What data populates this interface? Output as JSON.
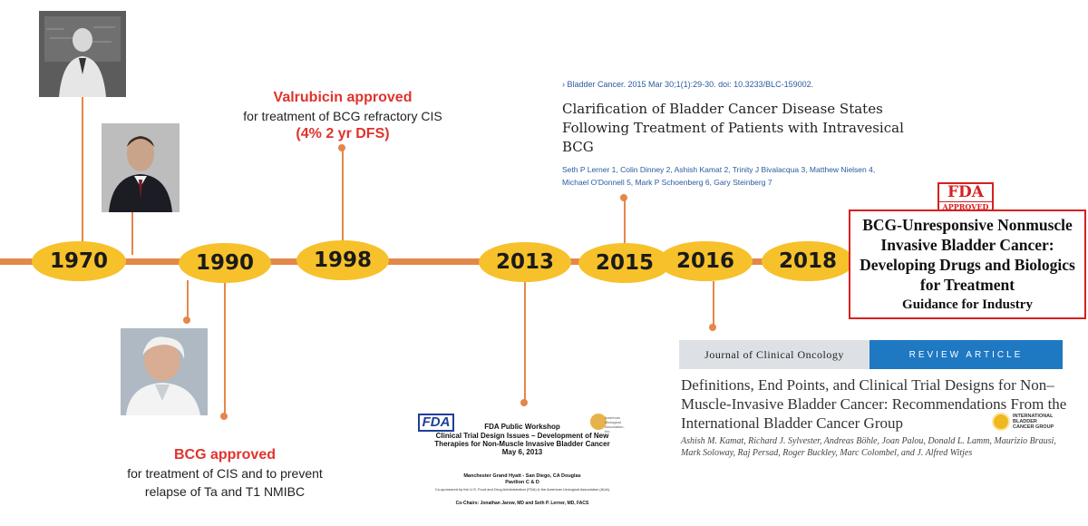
{
  "timeline": {
    "years": [
      "1970",
      "1990",
      "1998",
      "2013",
      "2015",
      "2016",
      "2018"
    ]
  },
  "events": {
    "valrubicin": {
      "title": "Valrubicin approved",
      "desc": "for treatment of BCG refractory CIS",
      "note": "(4% 2 yr DFS)"
    },
    "bcg": {
      "title": "BCG approved",
      "desc_line1": "for treatment of CIS and to prevent",
      "desc_line2": "relapse of Ta and T1 NMIBC"
    }
  },
  "pubmed": {
    "source": "Bladder Cancer. 2015 Mar 30;1(1):29-30. doi: 10.3233/BLC-159002.",
    "title": "Clarification of Bladder Cancer Disease States Following Treatment of Patients with Intravesical BCG",
    "authors_line1": "Seth P Lerner 1, Colin Dinney 2, Ashish Kamat 2, Trinity J Bivalacqua 3, Matthew Nielsen 4,",
    "authors_line2": "Michael O'Donnell 5, Mark P Schoenberg 6, Gary Steinberg 7"
  },
  "fda_guidance": {
    "logo_top": "FDA",
    "logo_bottom": "APPROVED",
    "title": "BCG-Unresponsive Nonmuscle Invasive Bladder Cancer:  Developing Drugs and Biologics for Treatment",
    "subtitle": "Guidance for Industry"
  },
  "jco": {
    "journal": "Journal of Clinical Oncology",
    "section": "REVIEW ARTICLE",
    "title": "Definitions, End Points, and Clinical Trial Designs for Non–Muscle-Invasive Bladder Cancer: Recommendations From the International Bladder Cancer Group",
    "authors": "Ashish M. Kamat, Richard J. Sylvester, Andreas Böhle, Joan Palou, Donald L. Lamm, Maurizio Brausi, Mark Soloway, Raj Persad, Roger Buckley, Marc Colombel, and J. Alfred Witjes",
    "logo_text": "INTERNATIONAL BLADDER CANCER GROUP"
  },
  "workshop": {
    "logo": "FDA",
    "aua": "American Urological Association, Inc.",
    "line1": "FDA Public Workshop",
    "line2": "Clinical Trial Design Issues – Development of New Therapies for Non-Muscle Invasive Bladder Cancer May 6, 2013",
    "venue": "Manchester Grand Hyatt - San Diego, CA Douglas Pavilion C & D",
    "cosponsor": "Co-sponsored by the U.S. Food and Drug Administration (FDA) & the American Urological Association (AUA)",
    "chairs": "Co-Chairs: Jonathan Jarow, MD and Seth P. Lerner, MD, FACS"
  },
  "colors": {
    "timeline": "#e4874a",
    "pill": "#f6c12a",
    "highlight_red": "#e0332d",
    "fda_red": "#d62020",
    "jco_blue": "#1f78c2"
  }
}
